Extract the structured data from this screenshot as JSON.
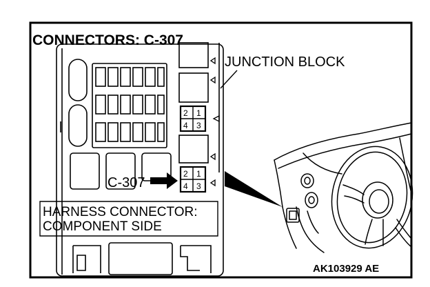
{
  "diagram": {
    "title": "CONNECTORS: C-307",
    "junction_label": "JUNCTION BLOCK",
    "connector_label": "C-307",
    "harness_line1": "HARNESS CONNECTOR:",
    "harness_line2": "COMPONENT SIDE",
    "figure_code": "AK103929 AE",
    "upper_connector_pins": [
      "2",
      "1",
      "4",
      "3"
    ],
    "lower_connector_pins": [
      "2",
      "1",
      "4",
      "3"
    ]
  }
}
